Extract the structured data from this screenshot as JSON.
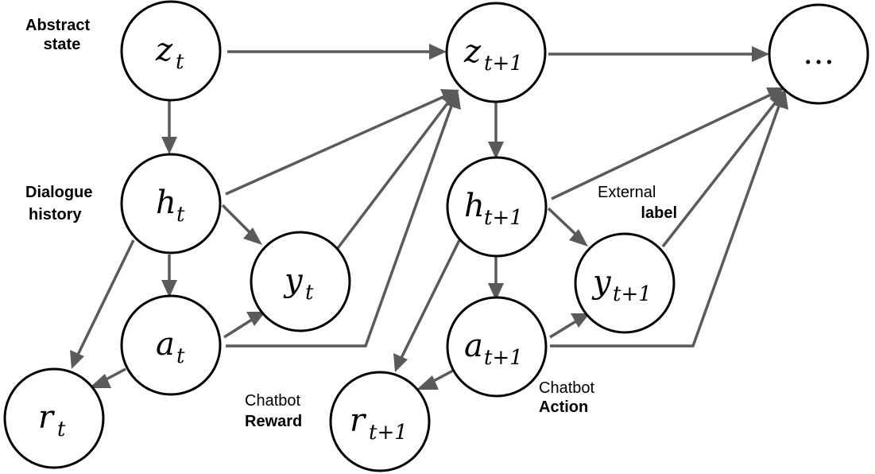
{
  "nodes": {
    "z_t": {
      "main": "z",
      "sub": "t"
    },
    "z_t1": {
      "main": "z",
      "sub": "t+1"
    },
    "dots": {
      "main": "…"
    },
    "h_t": {
      "main": "h",
      "sub": "t"
    },
    "h_t1": {
      "main": "h",
      "sub": "t+1"
    },
    "y_t": {
      "main": "y",
      "sub": "t"
    },
    "y_t1": {
      "main": "y",
      "sub": "t+1"
    },
    "a_t": {
      "main": "a",
      "sub": "t"
    },
    "a_t1": {
      "main": "a",
      "sub": "t+1"
    },
    "r_t": {
      "main": "r",
      "sub": "t"
    },
    "r_t1": {
      "main": "r",
      "sub": "t+1"
    }
  },
  "labels": {
    "abstract_state": {
      "line1": "Abstract",
      "line2": "state"
    },
    "dialogue_history": {
      "line1": "Dialogue",
      "line2": "history"
    },
    "external_label": {
      "line1": "External",
      "line2": "label"
    },
    "chatbot_reward": {
      "line1": "Chatbot",
      "line2": "Reward"
    },
    "chatbot_action": {
      "line1": "Chatbot",
      "line2": "Action"
    }
  },
  "colors": {
    "edge": "#5a5a5a",
    "node_stroke": "#000000",
    "background": "#ffffff"
  }
}
